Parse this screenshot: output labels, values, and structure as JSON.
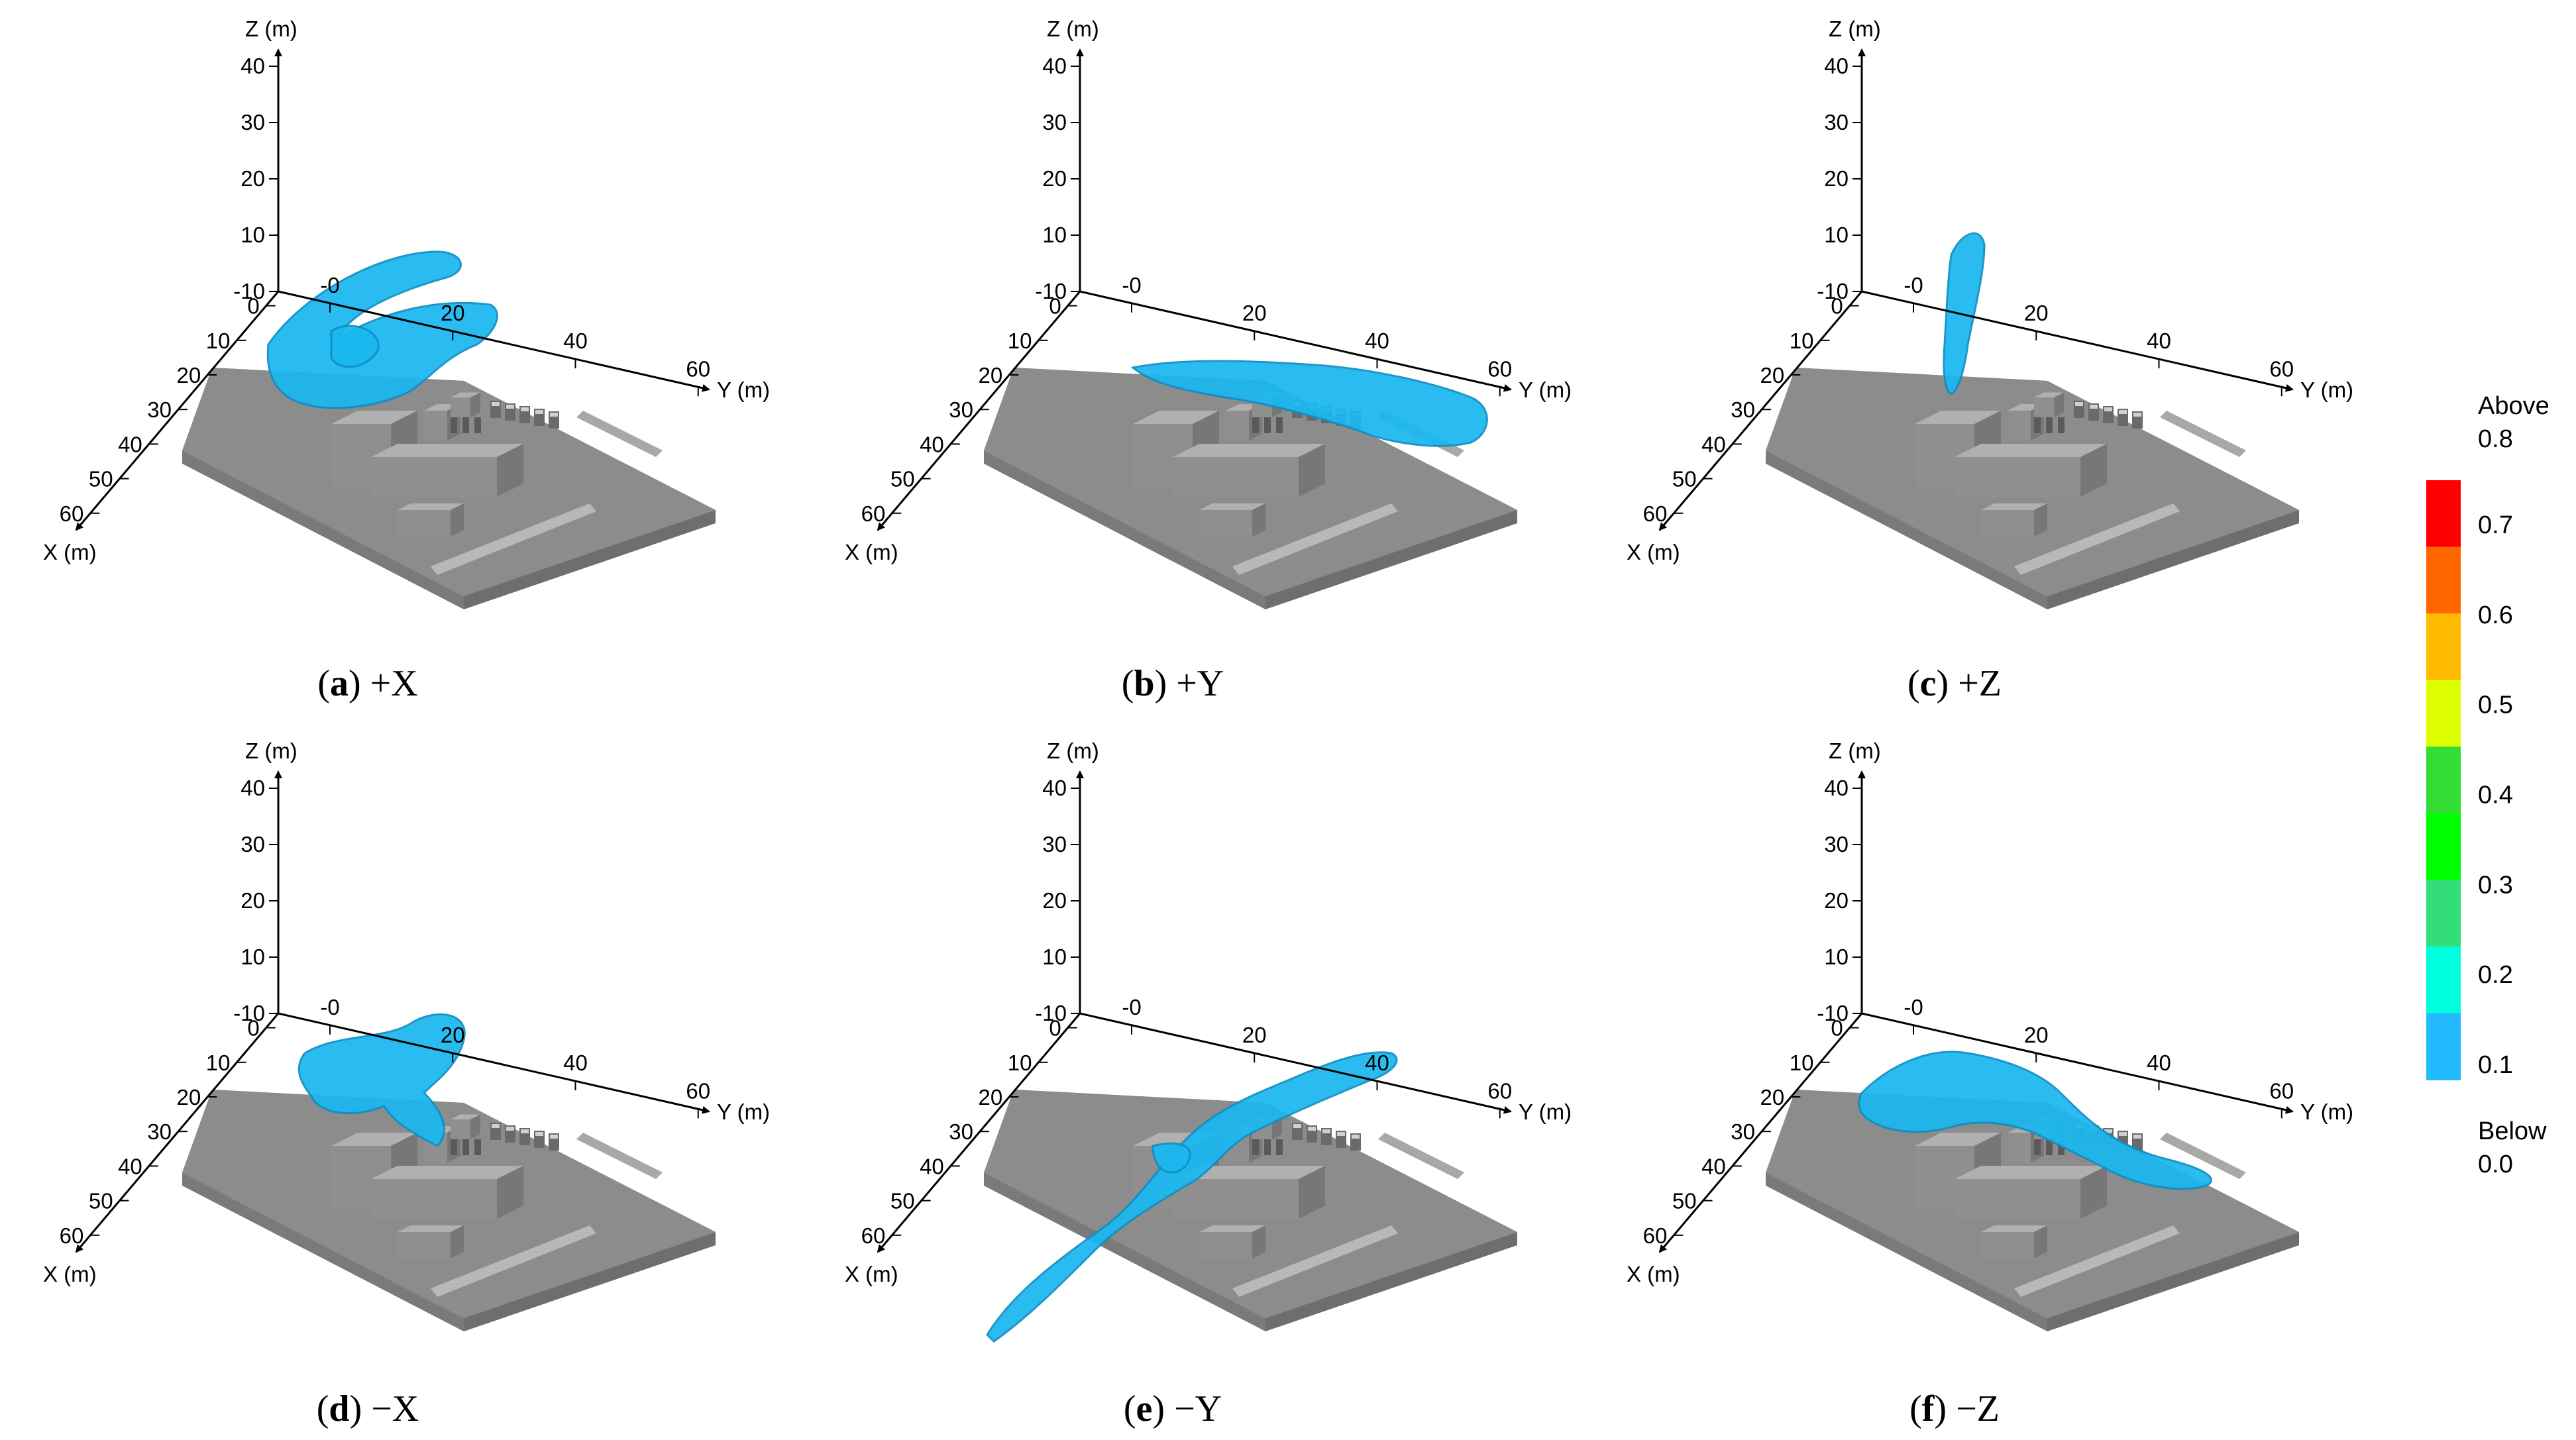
{
  "chart_data": [
    {
      "type": "3d-isosurface",
      "panel_letter": "a",
      "caption_direction": "+X",
      "axes": {
        "x_label": "X (m)",
        "y_label": "Y (m)",
        "z_label": "Z (m)",
        "x_ticks": [
          "0",
          "10",
          "20",
          "30",
          "40",
          "50",
          "60"
        ],
        "y_ticks": [
          "-0",
          "20",
          "40",
          "60"
        ],
        "z_ticks": [
          "-10",
          "10",
          "20",
          "30",
          "40"
        ]
      }
    },
    {
      "type": "3d-isosurface",
      "panel_letter": "b",
      "caption_direction": "+Y",
      "axes": {
        "x_label": "X (m)",
        "y_label": "Y (m)",
        "z_label": "Z (m)",
        "x_ticks": [
          "0",
          "10",
          "20",
          "30",
          "40",
          "50",
          "60"
        ],
        "y_ticks": [
          "-0",
          "20",
          "40",
          "60"
        ],
        "z_ticks": [
          "-10",
          "10",
          "20",
          "30",
          "40"
        ]
      }
    },
    {
      "type": "3d-isosurface",
      "panel_letter": "c",
      "caption_direction": "+Z",
      "axes": {
        "x_label": "X (m)",
        "y_label": "Y (m)",
        "z_label": "Z (m)",
        "x_ticks": [
          "0",
          "10",
          "20",
          "30",
          "40",
          "50",
          "60"
        ],
        "y_ticks": [
          "-0",
          "20",
          "40",
          "60"
        ],
        "z_ticks": [
          "-10",
          "10",
          "20",
          "30",
          "40"
        ]
      }
    },
    {
      "type": "3d-isosurface",
      "panel_letter": "d",
      "caption_direction": "−X",
      "axes": {
        "x_label": "X (m)",
        "y_label": "Y (m)",
        "z_label": "Z (m)",
        "x_ticks": [
          "0",
          "10",
          "20",
          "30",
          "40",
          "50",
          "60"
        ],
        "y_ticks": [
          "-0",
          "20",
          "40",
          "60"
        ],
        "z_ticks": [
          "-10",
          "10",
          "20",
          "30",
          "40"
        ]
      }
    },
    {
      "type": "3d-isosurface",
      "panel_letter": "e",
      "caption_direction": "−Y",
      "axes": {
        "x_label": "X (m)",
        "y_label": "Y (m)",
        "z_label": "Z (m)",
        "x_ticks": [
          "0",
          "10",
          "20",
          "30",
          "40",
          "50",
          "60"
        ],
        "y_ticks": [
          "-0",
          "20",
          "40",
          "60"
        ],
        "z_ticks": [
          "-10",
          "10",
          "20",
          "30",
          "40"
        ]
      }
    },
    {
      "type": "3d-isosurface",
      "panel_letter": "f",
      "caption_direction": "−Z",
      "axes": {
        "x_label": "X (m)",
        "y_label": "Y (m)",
        "z_label": "Z (m)",
        "x_ticks": [
          "0",
          "10",
          "20",
          "30",
          "40",
          "50",
          "60"
        ],
        "y_ticks": [
          "-0",
          "20",
          "40",
          "60"
        ],
        "z_ticks": [
          "-10",
          "10",
          "20",
          "30",
          "40"
        ]
      }
    }
  ],
  "colorbar": {
    "above_label": "Above",
    "above_value": "0.8",
    "below_label": "Below",
    "below_value": "0.0",
    "tick_labels": [
      "0.7",
      "0.6",
      "0.5",
      "0.4",
      "0.3",
      "0.2",
      "0.1"
    ],
    "colors": [
      "#ff0000",
      "#ff6600",
      "#ffbb00",
      "#ddff00",
      "#33dd33",
      "#00ff00",
      "#33dd77",
      "#00ffdd",
      "#22bbff"
    ]
  },
  "colors": {
    "plume": "#1ab8f0",
    "plume_edge": "#0e8fc4",
    "ground": "#8c8c8c",
    "building": "#a3a3a3"
  }
}
